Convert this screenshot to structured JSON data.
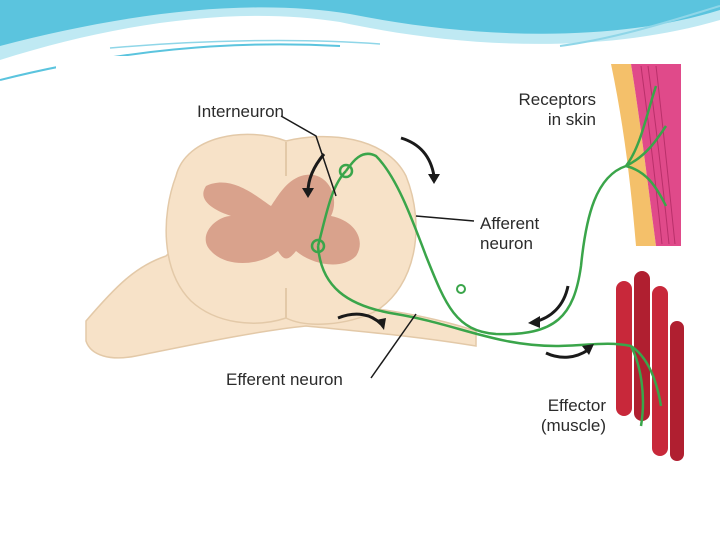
{
  "labels": {
    "interneuron": "Interneuron",
    "receptors_line1": "Receptors",
    "receptors_line2": "in skin",
    "afferent_line1": "Afferent",
    "afferent_line2": "neuron",
    "efferent": "Efferent neuron",
    "effector_line1": "Effector",
    "effector_line2": "(muscle)"
  },
  "colors": {
    "header_wave": "#5bc4de",
    "spinal_cord": "#f7e2c8",
    "grey_matter": "#d9a28c",
    "neuron": "#3aa54a",
    "muscle": "#c8283a",
    "skin": "#f4c06a",
    "skin_dermis": "#e04a8a",
    "arrow": "#1a1a1a"
  }
}
